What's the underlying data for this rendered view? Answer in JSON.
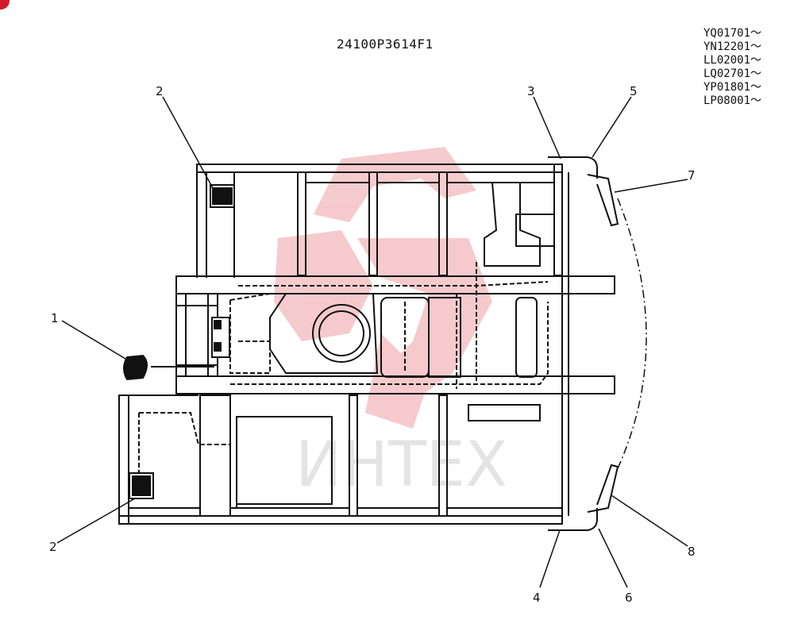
{
  "diagram": {
    "drawing_number": "24100P3614F1",
    "serial_ranges": [
      "YQ01701～",
      "YN12201～",
      "LL02001～",
      "LQ02701～",
      "YP01801～",
      "LP08001～"
    ],
    "callouts": [
      "1",
      "2",
      "2",
      "3",
      "4",
      "5",
      "6",
      "7",
      "8"
    ],
    "watermark_text": "ИНТЕХ",
    "colors": {
      "ink": "#111111",
      "watermark": "#f3b9bc",
      "watermark_text": "#e6e6e6",
      "corner_mark": "#d11a2a"
    }
  }
}
